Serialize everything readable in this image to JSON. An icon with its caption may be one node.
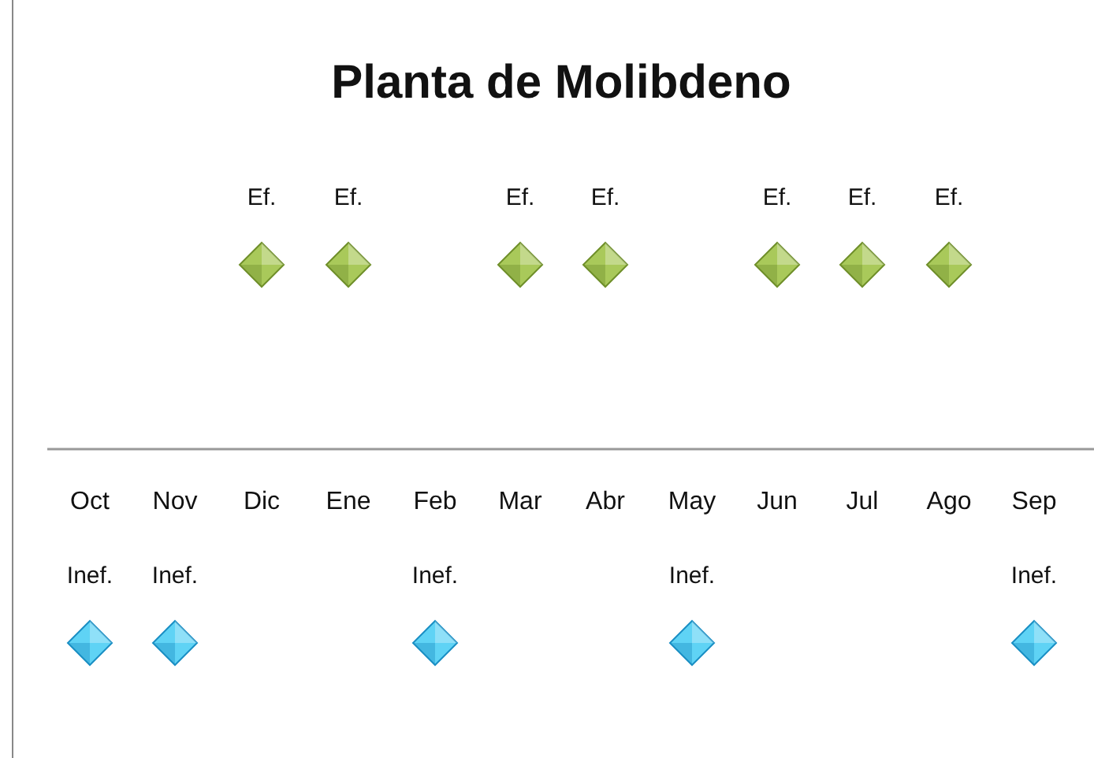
{
  "diagram": {
    "title": "Planta de Molibdeno",
    "nodes": [
      {
        "text": [
          "Ef."
        ]
      },
      {
        "text": [
          "Ef."
        ]
      },
      {
        "text": [
          "Ef."
        ]
      },
      {
        "text": [
          "Ef."
        ]
      },
      {
        "text": [
          "Ef."
        ]
      },
      {
        "text": [
          "Ef."
        ]
      },
      {
        "text": [
          "Ef."
        ]
      },
      {
        "text": [
          "Inef."
        ]
      },
      {
        "text": [
          "Inef."
        ]
      },
      {
        "text": [
          "Inef."
        ]
      },
      {
        "text": [
          "Inef."
        ]
      },
      {
        "text": [
          "Inef."
        ]
      }
    ],
    "edges": [],
    "labels": [
      "Oct",
      "Nov",
      "Dic",
      "Ene",
      "Feb",
      "Mar",
      "Abr",
      "May",
      "Jun",
      "Jul",
      "Ago",
      "Sep"
    ]
  }
}
